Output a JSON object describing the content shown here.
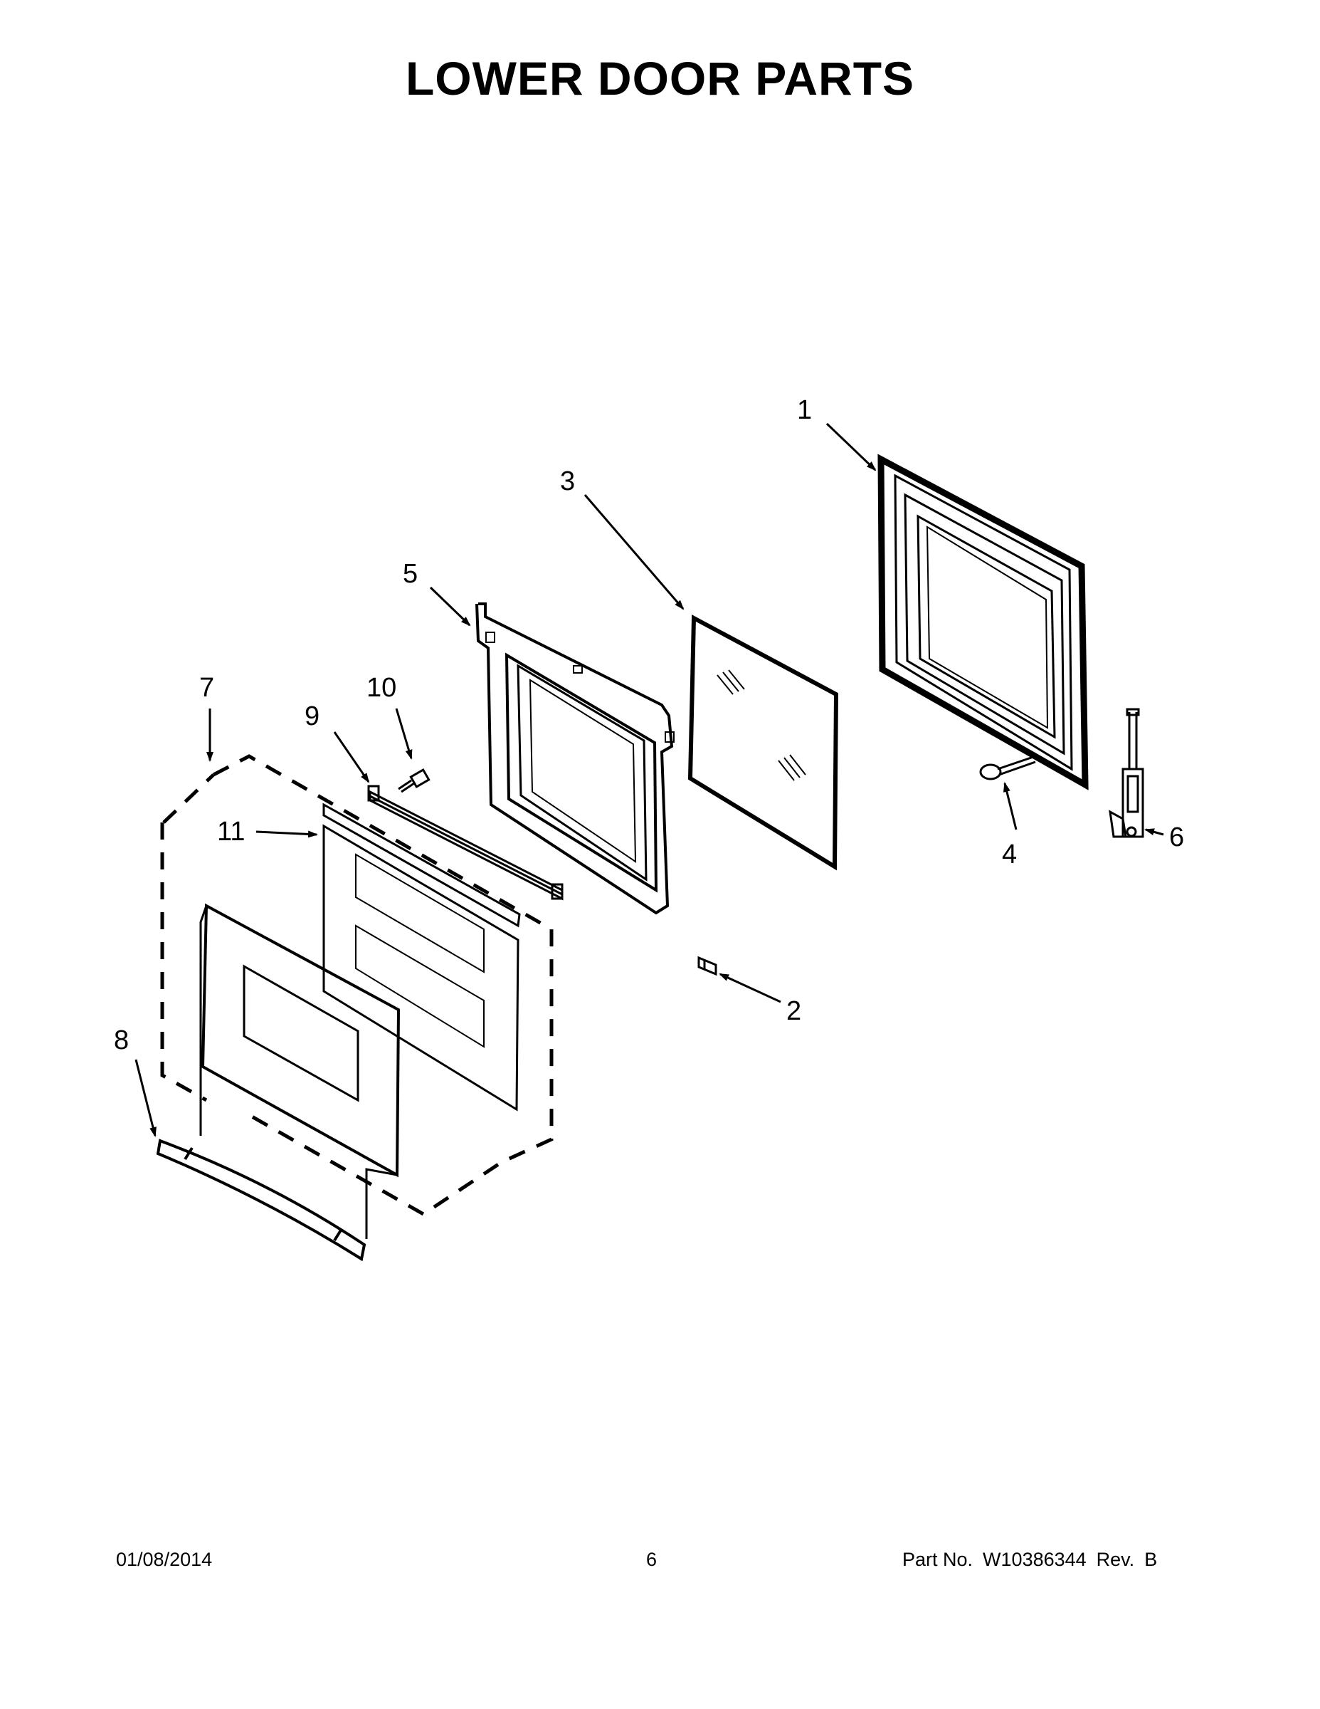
{
  "title": "LOWER DOOR PARTS",
  "callouts": {
    "c1": "1",
    "c2": "2",
    "c3": "3",
    "c4": "4",
    "c5": "5",
    "c6": "6",
    "c7": "7",
    "c8": "8",
    "c9": "9",
    "c10": "10",
    "c11": "11"
  },
  "footer": {
    "date": "01/08/2014",
    "page": "6",
    "part_label": "Part No.",
    "part_number": "W10386344",
    "rev_label": "Rev.",
    "rev": "B"
  }
}
